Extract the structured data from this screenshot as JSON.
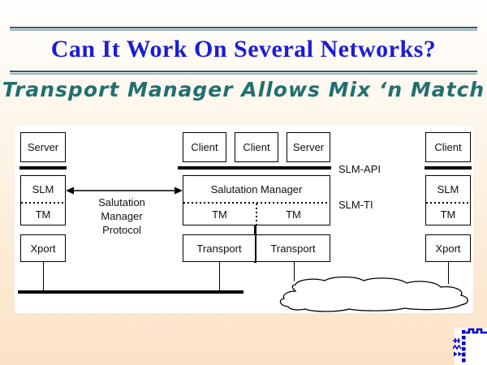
{
  "slide": {
    "title": "Can It Work On Several Networks?",
    "subtitle": "Transport Manager Allows Mix ‘n Match",
    "colors": {
      "title_blue": "#1C1CD8",
      "subtitle_teal": "#20706F",
      "background_bottom": "#FBE2C6",
      "rule_teal": "#2F5F5F",
      "diagram_background": "#FFFFFF",
      "line_black": "#000000",
      "logo_blue": "#0000C8"
    }
  },
  "diagram": {
    "left_device": {
      "app": "Server",
      "slm": "SLM",
      "tm": "TM",
      "xport": "Xport"
    },
    "middle_device": {
      "apps": [
        "Client",
        "Client",
        "Server"
      ],
      "manager": "Salutation Manager",
      "tms": [
        "TM",
        "TM"
      ],
      "transports": [
        "Transport",
        "Transport"
      ]
    },
    "right_device": {
      "app": "Client",
      "slm": "SLM",
      "tm": "TM",
      "xport": "Xport"
    },
    "annotations": {
      "slm_api": "SLM-API",
      "slm_ti": "SLM-TI",
      "protocol_lines": [
        "Salutation",
        "Manager",
        "Protocol"
      ]
    }
  }
}
